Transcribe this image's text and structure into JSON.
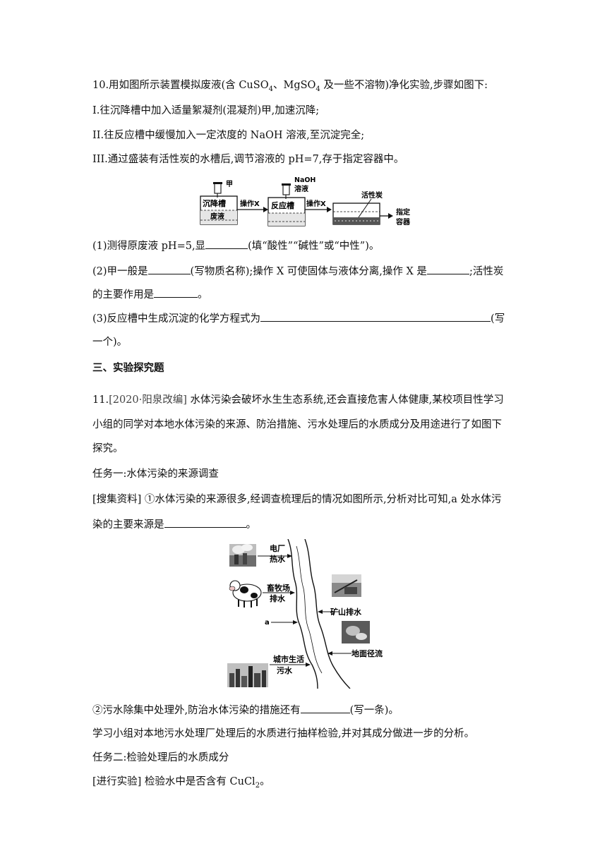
{
  "q10": {
    "stem_a": "10.用如图所示装置模拟废液(含 CuSO",
    "sub1": "4",
    "stem_b": "、MgSO",
    "sub2": "4",
    "stem_c": " 及一些不溶物)净化实验,步骤如图下:",
    "step1": "I.往沉降槽中加入适量絮凝剂(混凝剂)甲,加速沉降;",
    "step2": "II.往反应槽中缓慢加入一定浓度的 NaOH 溶液,至沉淀完全;",
    "step3": "III.通过盛装有活性炭的水槽后,调节溶液的 pH=7,存于指定容器中。",
    "diagram": {
      "jia": "甲",
      "naoh_1": "NaOH",
      "naoh_2": "溶液",
      "huoxingtan": "活性炭",
      "chenjiangcao": "沉降槽",
      "feiye": "废液",
      "op1": "操作X",
      "fanyingcao": "反应槽",
      "op2": "操作X",
      "zhiding_1": "指定",
      "zhiding_2": "容器"
    },
    "p1_a": "(1)测得原废液 pH=5,显",
    "p1_b": "(填“酸性”“碱性”或“中性”)。",
    "p2_a": "(2)甲一般是",
    "p2_b": "(写物质名称);操作 X 可使固体与液体分离,操作 X 是",
    "p2_c": ";活性炭",
    "p2_d": "的主要作用是",
    "p2_e": "。",
    "p3_a": "(3)反应槽中生成沉淀的化学方程式为",
    "p3_b": "(写",
    "p3_c": "一个)。"
  },
  "section_title": "三、实验探究题",
  "q11": {
    "num": "11.",
    "ref": "[2020·阳泉改编]",
    "line1": " 水体污染会破坏水生生态系统,还会直接危害人体健康,某校项目性学习",
    "line2": "小组的同学对本地水体污染的来源、防治措施、污水处理后的水质成分及用途进行了如图下",
    "line3": "探究。",
    "task1": "任务一:水体污染的来源调查",
    "collect_a": "[搜集资料] ①水体污染的来源很多,经调查梳理后的情况如图所示,分析对比可知,a 处水体污",
    "collect_b": "染的主要来源是",
    "collect_c": "。",
    "figure": {
      "power_1": "电厂",
      "power_2": "热水",
      "farm_1": "畜牧场",
      "farm_2": "排水",
      "mine": "矿山排水",
      "a": "a",
      "runoff": "地面径流",
      "city_1": "城市生活",
      "city_2": "污水"
    },
    "measure_a": "②污水除集中处理外,防治水体污染的措施还有",
    "measure_b": "(写一条)。",
    "sample": "学习小组对本地污水处理厂处理后的水质进行抽样检验,并对其成分做进一步的分析。",
    "task2": "任务二:检验处理后的水质成分",
    "exp_a": "[进行实验]  检验水中是否含有 CuCl",
    "exp_sub": "2",
    "exp_b": "。"
  }
}
